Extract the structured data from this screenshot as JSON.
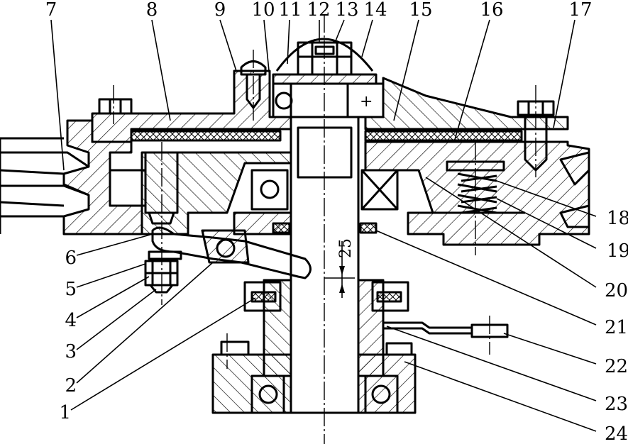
{
  "callouts": [
    "1",
    "2",
    "3",
    "4",
    "5",
    "6",
    "7",
    "8",
    "9",
    "10",
    "11",
    "12",
    "13",
    "14",
    "15",
    "16",
    "17",
    "18",
    "19",
    "20",
    "21",
    "22",
    "23",
    "24"
  ],
  "dimension": "25",
  "colors": {
    "line": "#000000",
    "background": "#ffffff"
  }
}
